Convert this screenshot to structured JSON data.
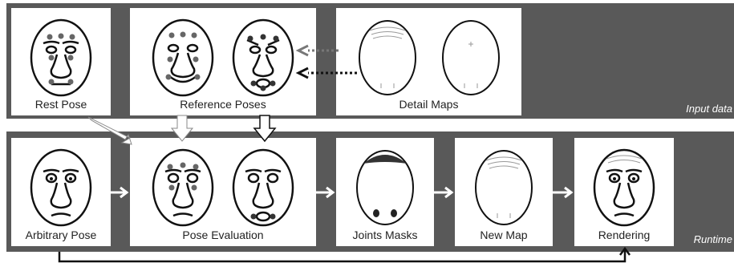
{
  "sections": {
    "input_label": "Input data",
    "runtime_label": "Runtime"
  },
  "panels": {
    "rest_pose": "Rest Pose",
    "reference_poses": "Reference Poses",
    "detail_maps": "Detail Maps",
    "arbitrary_pose": "Arbitrary Pose",
    "pose_evaluation": "Pose Evaluation",
    "joints_masks": "Joints Masks",
    "new_map": "New Map",
    "rendering": "Rendering"
  },
  "colors": {
    "band": "#595959",
    "panel": "#ffffff",
    "ink": "#111111",
    "joint": "#666666",
    "mask": "#333333"
  }
}
